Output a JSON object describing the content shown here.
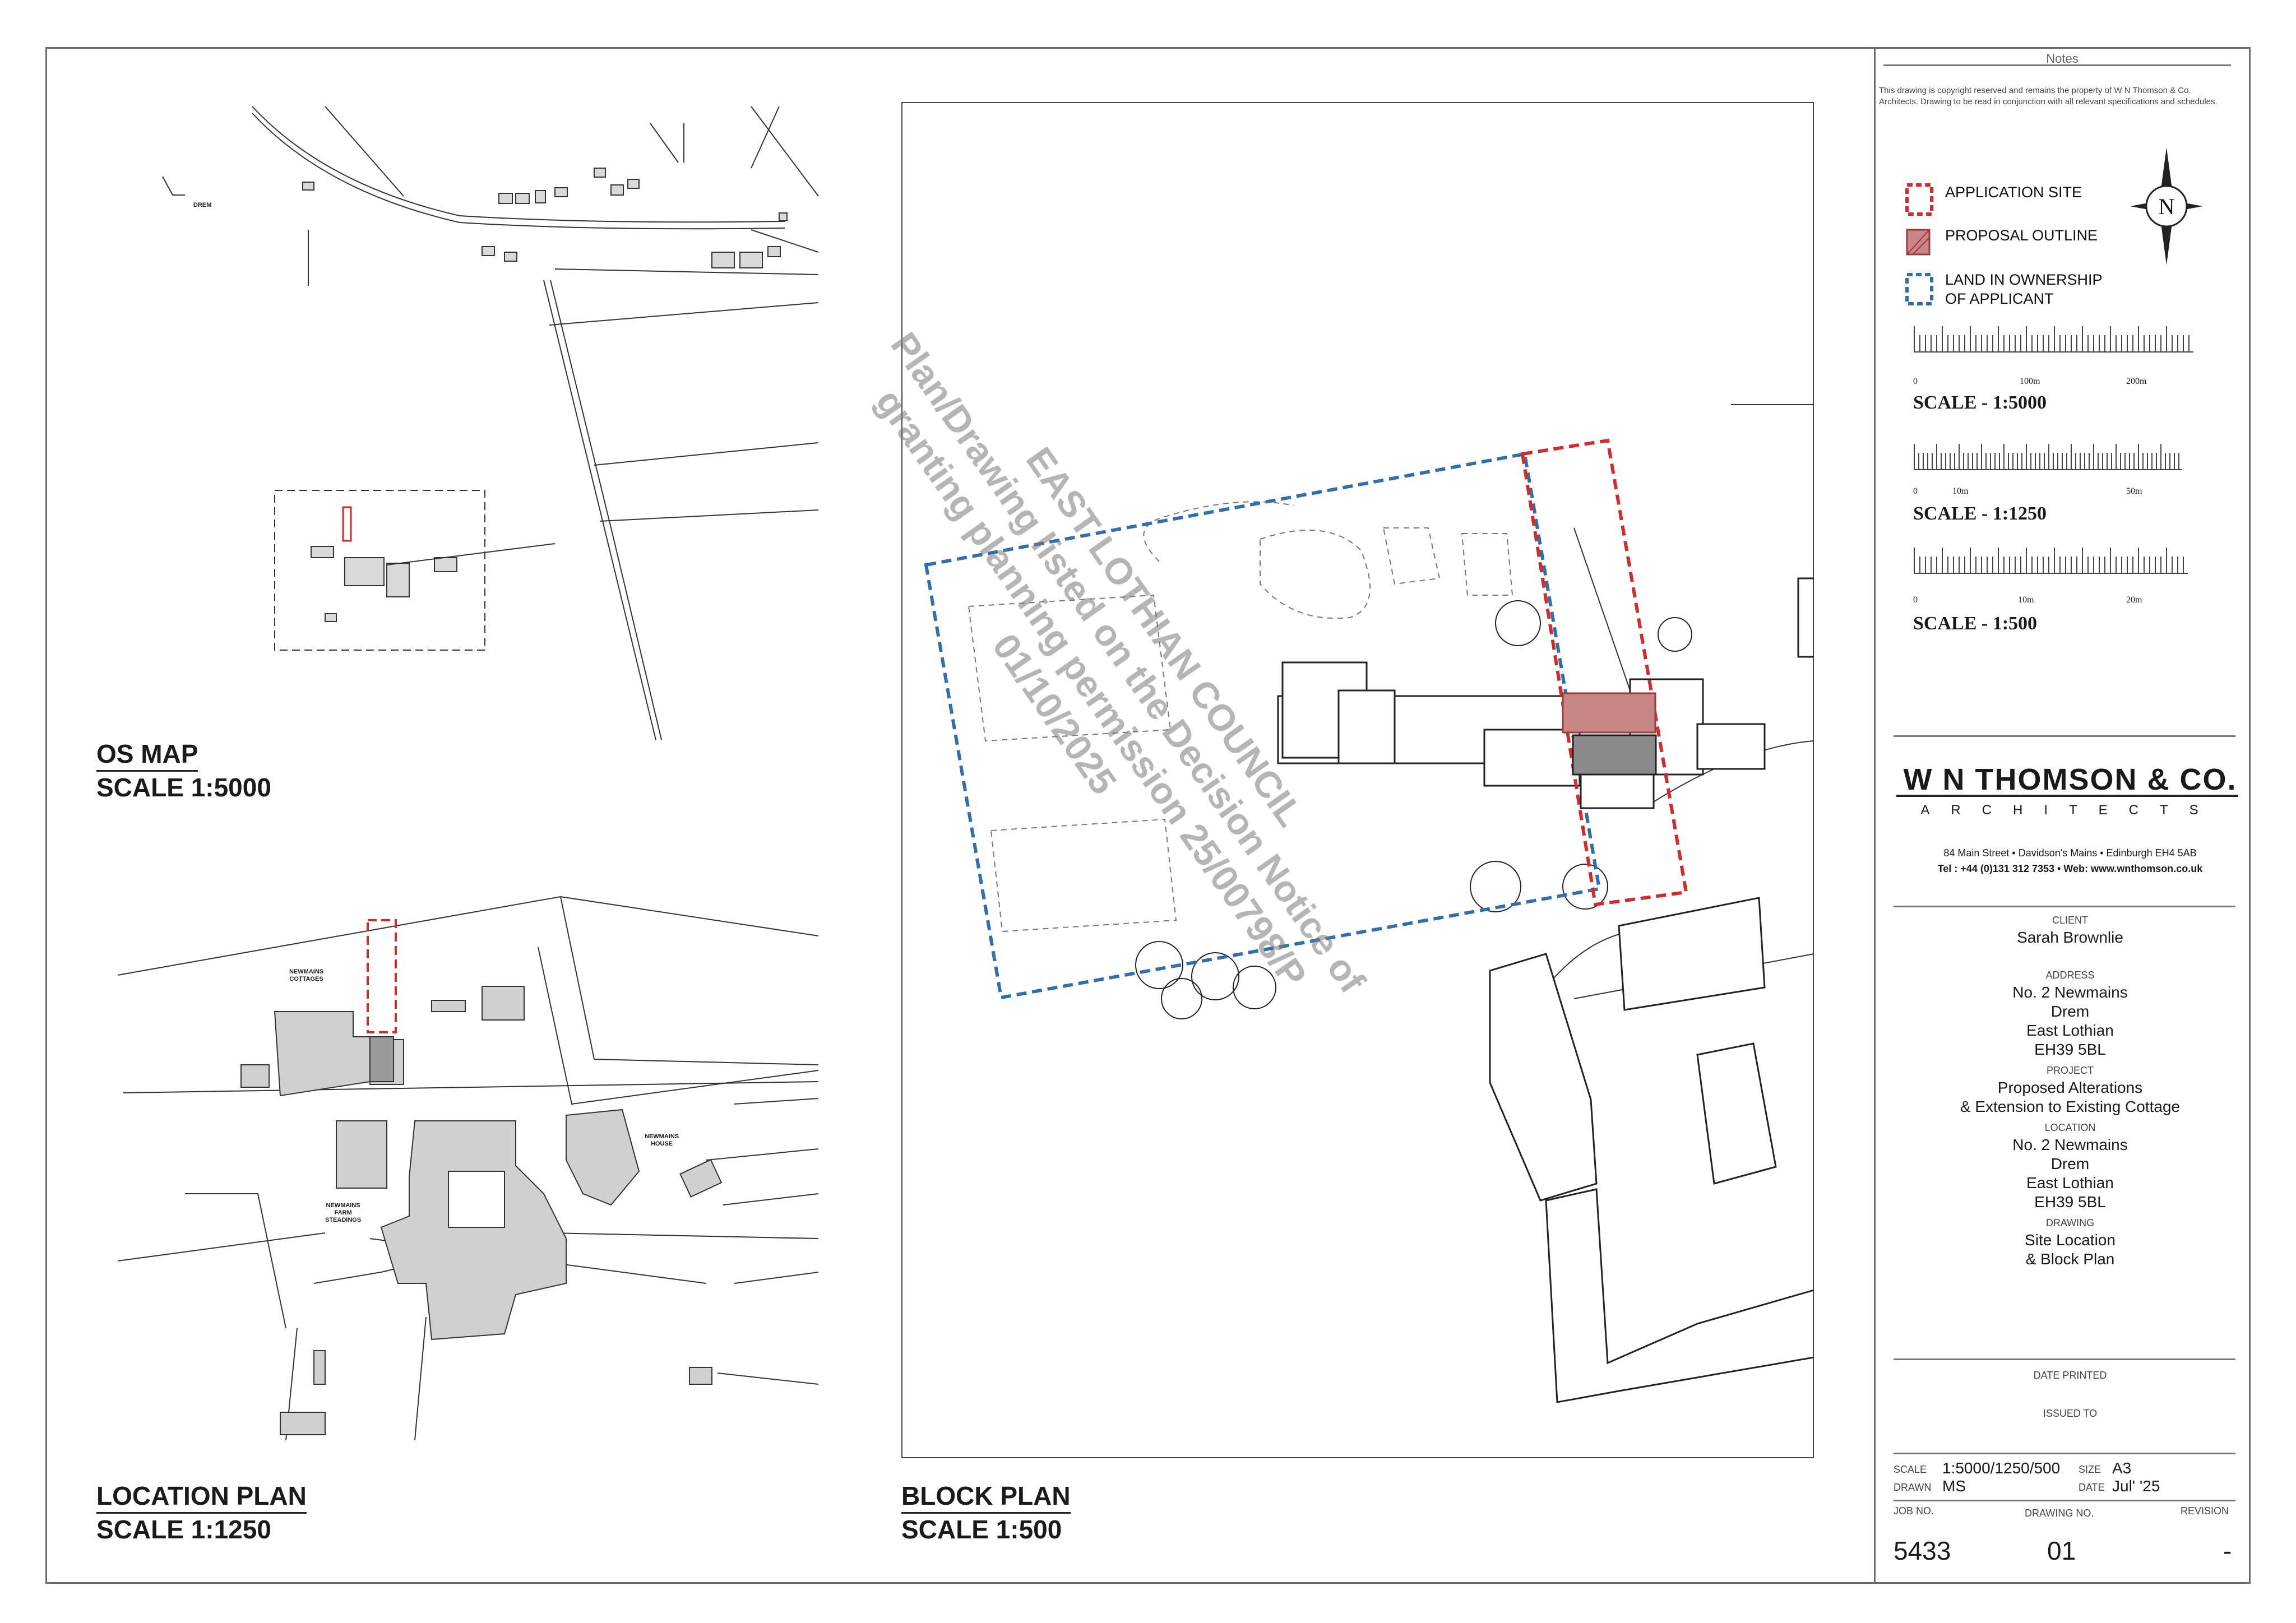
{
  "notes": {
    "title": "Notes",
    "text": "This drawing is copyright reserved and remains the property of W N Thomson & Co. Architects. Drawing to be read in conjunction with all relevant specifications and schedules."
  },
  "legend": {
    "application_site": "APPLICATION SITE",
    "proposal_outline": "PROPOSAL OUTLINE",
    "land_ownership_1": "LAND IN OWNERSHIP",
    "land_ownership_2": "OF APPLICANT",
    "colors": {
      "application_site": "#d42a2a",
      "proposal_outline": "#9c3a3a",
      "land_ownership": "#2f6fb0"
    }
  },
  "scales": [
    {
      "label": "SCALE - 1:5000",
      "ticks": [
        "0",
        "100m",
        "200m"
      ]
    },
    {
      "label": "SCALE - 1:1250",
      "ticks": [
        "0",
        "10m",
        "50m"
      ]
    },
    {
      "label": "SCALE - 1:500",
      "ticks": [
        "0",
        "10m",
        "20m"
      ]
    }
  ],
  "firm": {
    "name": "W N THOMSON & CO.",
    "type": "ARCHITECTS",
    "address": "84 Main Street • Davidson's Mains • Edinburgh  EH4 5AB",
    "contact": "Tel :  +44 (0)131 312 7353 • Web: www.wnthomson.co.uk"
  },
  "titleblock": {
    "client_label": "Client",
    "client": "Sarah Brownlie",
    "address_label": "Address",
    "address": [
      "No. 2 Newmains",
      "Drem",
      "East Lothian",
      "EH39 5BL"
    ],
    "project_label": "Project",
    "project": [
      "Proposed Alterations",
      "& Extension to Existing Cottage"
    ],
    "location_label": "Location",
    "location": [
      "No. 2 Newmains",
      "Drem",
      "East Lothian",
      "EH39 5BL"
    ],
    "drawing_label": "Drawing",
    "drawing": [
      "Site Location",
      "& Block Plan"
    ],
    "date_printed_label": "Date Printed",
    "issued_to_label": "Issued to",
    "scale_label": "Scale",
    "scale_value": "1:5000/1250/500",
    "size_label": "Size",
    "size_value": "A3",
    "drawn_label": "Drawn",
    "drawn_value": "MS",
    "date_label": "Date",
    "date_value": "Jul' '25",
    "job_no_label": "Job No.",
    "job_no": "5433",
    "drawing_no_label": "Drawing No.",
    "drawing_no": "01",
    "revision_label": "Revision",
    "revision": "-"
  },
  "plans": {
    "os_map_title": "OS MAP",
    "os_map_scale": "SCALE 1:5000",
    "location_title": "LOCATION PLAN",
    "location_scale": "SCALE 1:1250",
    "block_title": "BLOCK PLAN",
    "block_scale": "SCALE 1:500"
  },
  "map_labels": {
    "drem": "DREM",
    "newmains_cottages_1": "NEWMAINS",
    "newmains_cottages_2": "COTTAGES",
    "newmains_house_1": "NEWMAINS",
    "newmains_house_2": "HOUSE",
    "farm_1": "NEWMAINS",
    "farm_2": "FARM",
    "farm_3": "STEADINGS"
  },
  "stamp": {
    "line1": "EAST LOTHIAN COUNCIL",
    "line2": "Plan/Drawing listed on the Decision Notice of",
    "line3": "granting planning permission 25/00798/P",
    "line4": "01/10/2025"
  }
}
